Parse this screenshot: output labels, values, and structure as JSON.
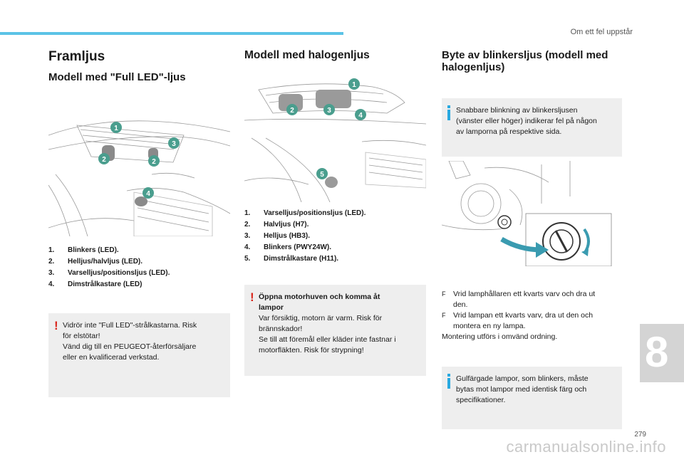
{
  "header": {
    "chapter": "Om ett fel uppstår",
    "accent_color": "#5bc3e6"
  },
  "col1": {
    "title": "Framljus",
    "subtitle": "Modell med \"Full LED\"-ljus",
    "items": [
      {
        "n": "1.",
        "label": "Blinkers (LED)."
      },
      {
        "n": "2.",
        "label": "Helljus/halvljus (LED)."
      },
      {
        "n": "3.",
        "label": "Varselljus/positionsljus (LED)."
      },
      {
        "n": "4.",
        "label": "Dimstrålkastare (LED)"
      }
    ],
    "warning": {
      "line1": "Vidrör inte \"Full LED\"-strålkastarna. Risk",
      "line2": "för elstötar!",
      "line3": "Vänd dig till en PEUGEOT-återförsäljare",
      "line4": "eller en kvalificerad verkstad."
    }
  },
  "col2": {
    "title": "Modell med halogenljus",
    "items": [
      {
        "n": "1.",
        "label": "Varselljus/positionsljus (LED)."
      },
      {
        "n": "2.",
        "label": "Halvljus (H7)."
      },
      {
        "n": "3.",
        "label": "Helljus (HB3)."
      },
      {
        "n": "4.",
        "label": "Blinkers (PWY24W)."
      },
      {
        "n": "5.",
        "label": "Dimstrålkastare (H11)."
      }
    ],
    "warning": {
      "title1": "Öppna motorhuven och komma åt",
      "title2": "lampor",
      "line1": "Var försiktig, motorn är varm. Risk för",
      "line2": "brännskador!",
      "line3": "Se till att föremål eller kläder inte fastnar i",
      "line4": "motorfläkten. Risk för strypning!"
    }
  },
  "col3": {
    "title1": "Byte av blinkersljus (modell med",
    "title2": "halogenljus)",
    "info1": {
      "line1": "Snabbare blinkning av blinkersljusen",
      "line2": "(vänster eller höger) indikerar fel på någon",
      "line3": "av lamporna på respektive sida."
    },
    "steps": [
      {
        "line1": "Vrid lamphållaren ett kvarts varv och dra ut",
        "line2": "den."
      },
      {
        "line1": "Vrid lampan ett kvarts varv, dra ut den och",
        "line2": "montera en ny lampa."
      }
    ],
    "step_marker": "F",
    "reassembly": "Montering utförs i omvänd ordning.",
    "info2": {
      "line1": "Gulfärgade lampor, som blinkers, måste",
      "line2": "bytas mot lampor med identisk färg och",
      "line3": "specifikationer."
    }
  },
  "callouts": {
    "full_led": [
      "1",
      "2",
      "2",
      "3",
      "4"
    ],
    "halogen": [
      "1",
      "2",
      "3",
      "4",
      "5"
    ]
  },
  "chapter_number": "8",
  "page_number": "279",
  "watermark": "carmanualsonline.info",
  "colors": {
    "callout": "#4a9e8e",
    "warning_mark": "#d9261c",
    "info_mark": "#29a9e0",
    "box_bg": "#eeeeee"
  }
}
